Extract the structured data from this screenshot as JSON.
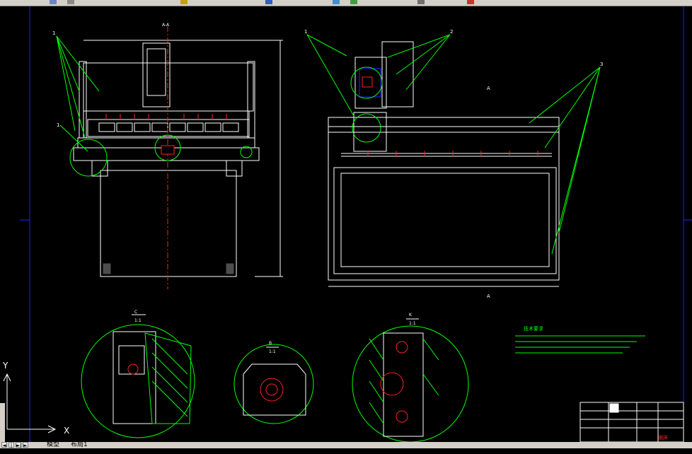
{
  "toolbar": {
    "icons": [
      "draw-icon",
      "modify-icon",
      "layer-icon",
      "properties-icon",
      "zoom-icon",
      "pan-icon",
      "print-icon",
      "color-icon"
    ]
  },
  "drawing": {
    "section_label_top": "A-A",
    "view_label_a": "A",
    "detail_label_c": "C",
    "detail_scale_c": "1:1",
    "detail_label_b": "B",
    "detail_scale_b": "1:1",
    "detail_label_k": "K",
    "detail_scale_k": "1:1",
    "callouts": [
      "1",
      "1",
      "2",
      "3"
    ],
    "tech_title": "技术要求",
    "title_block_text": "锯床",
    "ucs": {
      "y": "Y",
      "x": "X"
    }
  },
  "colors": {
    "line_white": "#ffffff",
    "line_green": "#00ff00",
    "line_red": "#ff2020",
    "line_blue": "#2020ff",
    "hatch": "#00ff00",
    "title_red": "#ff2020"
  },
  "tabs": {
    "model": "模型",
    "layout": "布局1"
  },
  "nav": [
    "◄",
    "|◄",
    "►|",
    "►"
  ]
}
